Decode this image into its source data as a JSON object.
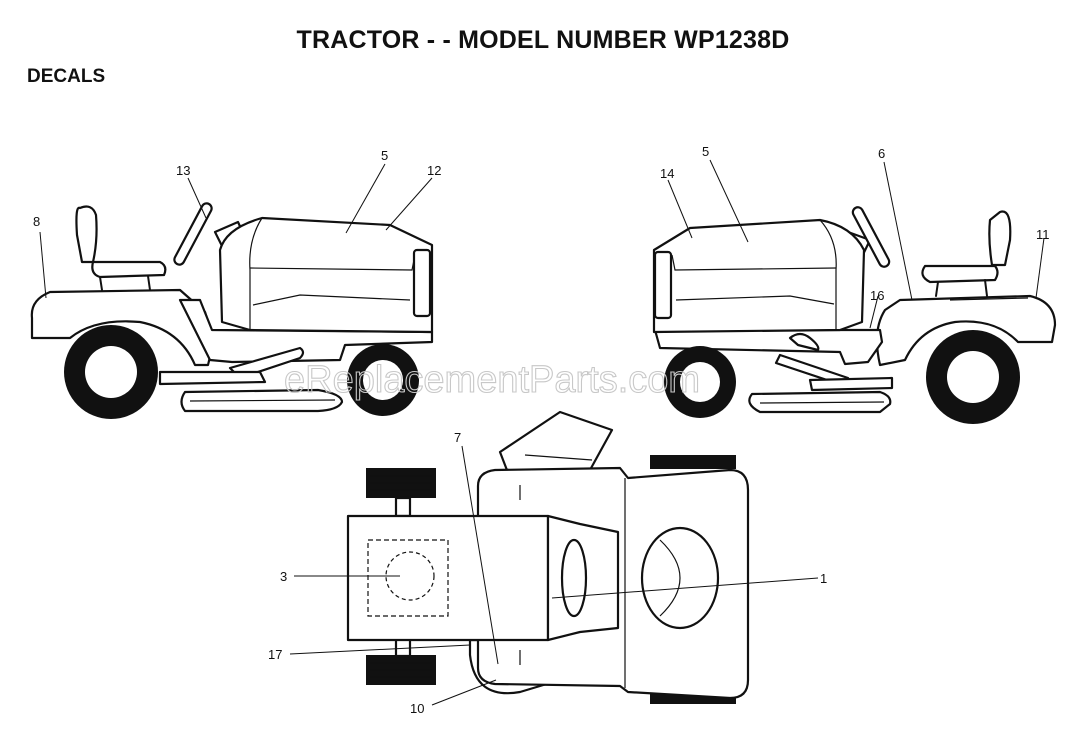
{
  "header": {
    "title": "TRACTOR - - MODEL NUMBER WP1238D",
    "section": "DECALS"
  },
  "watermark": "eReplacementParts.com",
  "callouts": {
    "left_view": {
      "c8": "8",
      "c13": "13",
      "c5": "5",
      "c12": "12"
    },
    "right_view": {
      "c14": "14",
      "c5": "5",
      "c6": "6",
      "c11": "11",
      "c16": "16"
    },
    "top_view": {
      "c7": "7",
      "c3": "3",
      "c1": "1",
      "c17": "17",
      "c10": "10"
    }
  }
}
